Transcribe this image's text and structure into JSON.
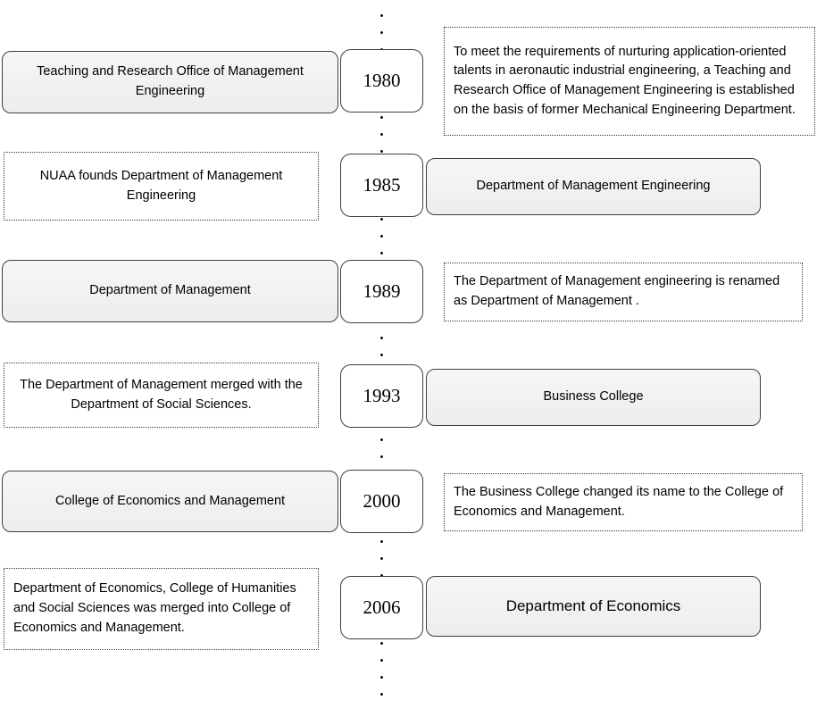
{
  "diagram": {
    "type": "timeline",
    "axis_style": "vertical-dotted",
    "colors": {
      "background": "#ffffff",
      "solid_box_fill": "#f1f1f1",
      "box_border": "#3f3f3f",
      "dotted_border": "#3a3a3a",
      "text": "#000000"
    }
  },
  "timeline": {
    "rows": [
      {
        "year": "1980",
        "left": {
          "style": "solid",
          "text": "Teaching and Research Office of Management Engineering"
        },
        "right": {
          "style": "dotted",
          "text": "To meet the requirements of nurturing application-oriented talents in aeronautic industrial engineering, a Teaching and Research Office of Management Engineering is established on the basis of former Mechanical Engineering Department."
        }
      },
      {
        "year": "1985",
        "left": {
          "style": "dotted",
          "text": "NUAA founds Department of Management Engineering"
        },
        "right": {
          "style": "solid",
          "text": "Department of Management Engineering"
        }
      },
      {
        "year": "1989",
        "left": {
          "style": "solid",
          "text": "Department of Management"
        },
        "right": {
          "style": "dotted",
          "text": "The Department of Management engineering is renamed as Department of Management ."
        }
      },
      {
        "year": "1993",
        "left": {
          "style": "dotted",
          "text": "The Department of Management merged with the Department of Social Sciences."
        },
        "right": {
          "style": "solid",
          "text": "Business College"
        }
      },
      {
        "year": "2000",
        "left": {
          "style": "solid",
          "text": "College of Economics and Management"
        },
        "right": {
          "style": "dotted",
          "text": "The Business College changed its name to the College of Economics and Management."
        }
      },
      {
        "year": "2006",
        "left": {
          "style": "dotted",
          "text": "Department of Economics, College of Humanities and Social Sciences was merged into College of Economics and Management."
        },
        "right": {
          "style": "solid",
          "text": "Department of Economics"
        }
      }
    ]
  }
}
